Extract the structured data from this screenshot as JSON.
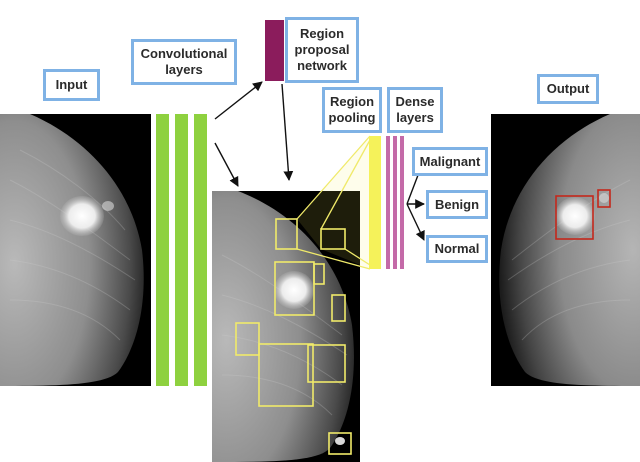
{
  "labels": {
    "input": "Input",
    "convolutional": "Convolutional\nlayers",
    "rpn": "Region\nproposal\nnetwork",
    "region_pooling": "Region\npooling",
    "dense": "Dense\nlayers",
    "output": "Output",
    "malignant": "Malignant",
    "benign": "Benign",
    "normal": "Normal"
  },
  "colors": {
    "label_border": "#7fb2e5",
    "conv_bar": "#8ed13f",
    "rpn_block": "#8b1c5c",
    "pooling_bar": "#f5f25a",
    "dense_bar": "#c46aa8",
    "proposal_box": "#f0ea6a",
    "output_box": "#c4281c",
    "arrow": "#111111"
  }
}
